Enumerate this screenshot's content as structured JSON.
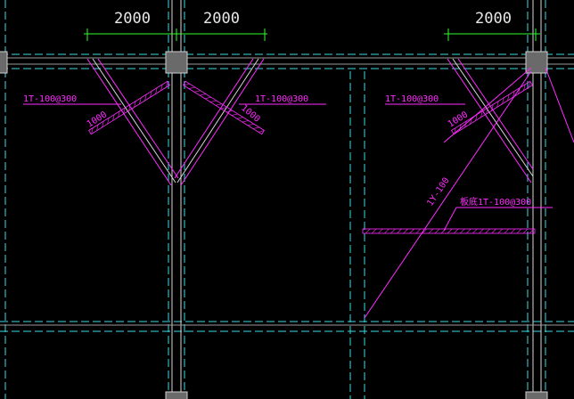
{
  "colors": {
    "background": "#000000",
    "axis_line": "#3fd9e6",
    "column_line": "#d8d8d8",
    "rebar": "#ff2cff",
    "dimension": "#2cff2c",
    "column_fill": "#6a6a6a",
    "text": "#e8e8e8"
  },
  "dimensions": {
    "left_span": "2000",
    "middle_span": "2000",
    "right_span": "2000"
  },
  "labels": {
    "rebar_left": "1T-100@300",
    "rebar_mid": "1T-100@300",
    "rebar_right": "1T-100@300",
    "rebar_bottom": "板底1T-100@300",
    "length_left": "1000",
    "length_mid": "1000",
    "length_right": "1000",
    "diagonal_label": "1Y-100"
  }
}
